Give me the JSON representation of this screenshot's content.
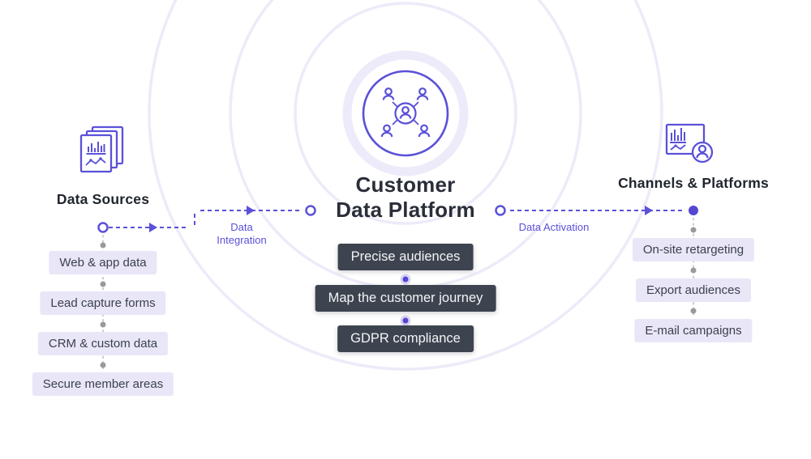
{
  "palette": {
    "accent": "#5b51d8",
    "accent_fill": "#5546d4",
    "dark_box": "#3d4450",
    "pill_bg": "#e9e6f8",
    "ring": "#edebf9",
    "gray_dot": "#9a9a9a"
  },
  "left_column": {
    "title": "Data Sources",
    "icon": "data-sources-documents-icon",
    "items": [
      "Web & app data",
      "Lead capture forms",
      "CRM & custom data",
      "Secure member areas"
    ]
  },
  "center": {
    "title_line1": "Customer",
    "title_line2": "Data Platform",
    "icon": "customer-network-icon",
    "boxes": [
      "Precise audiences",
      "Map the customer journey",
      "GDPR compliance"
    ]
  },
  "right_column": {
    "title": "Channels & Platforms",
    "icon": "channels-chart-person-icon",
    "items": [
      "On-site retargeting",
      "Export audiences",
      "E-mail campaigns"
    ]
  },
  "flow_labels": {
    "integration": "Data Integration",
    "activation": "Data Activation"
  }
}
